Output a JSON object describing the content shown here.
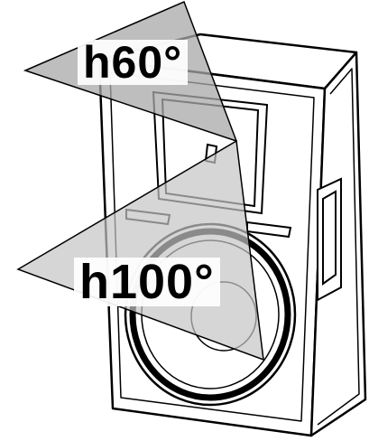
{
  "labels": {
    "horizontal_dispersion_narrow": "h60°",
    "horizontal_dispersion_wide": "h100°"
  },
  "colors": {
    "line": "#000000",
    "cabinet_fill": "#ffffff",
    "wedge_fill": "#b9b9b9",
    "wedge_fill_light": "#cfcfcf"
  },
  "icons": [
    "loudspeaker-cabinet",
    "horn-waveguide",
    "woofer-driver",
    "handle"
  ]
}
